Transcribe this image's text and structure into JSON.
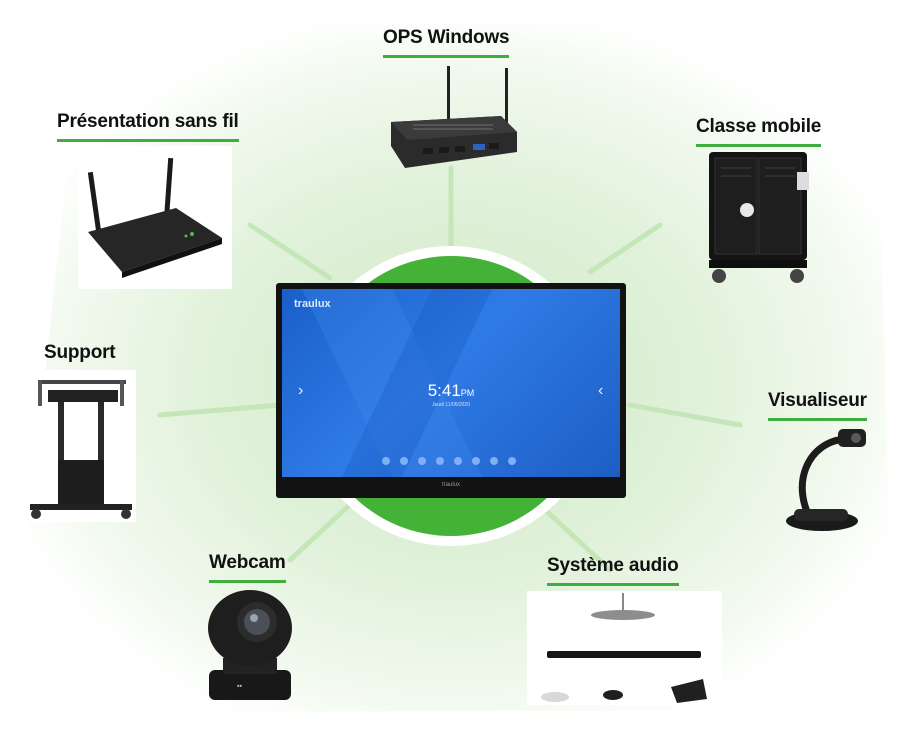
{
  "center": {
    "screen_brand": "traulux",
    "time": "5:41",
    "time_suffix": "PM",
    "date": "Jeudi 11/06/2020",
    "bezel_brand": "traulux"
  },
  "devices": {
    "ops_windows": "OPS Windows",
    "presentation_sans_fil": "Présentation sans fil",
    "classe_mobile": "Classe mobile",
    "support": "Support",
    "visualiseur": "Visualiseur",
    "webcam": "Webcam",
    "systeme_audio": "Système audio"
  },
  "colors": {
    "accent_green": "#3fae3f",
    "halo_green": "#e6f4e1",
    "center_circle": "#44b236",
    "screen_blue": "#2370dc"
  },
  "icons": [
    "mini-pc-icon",
    "wifi-router-icon",
    "charging-cart-icon",
    "display-stand-icon",
    "document-camera-icon",
    "webcam-icon",
    "audio-system-icon"
  ]
}
